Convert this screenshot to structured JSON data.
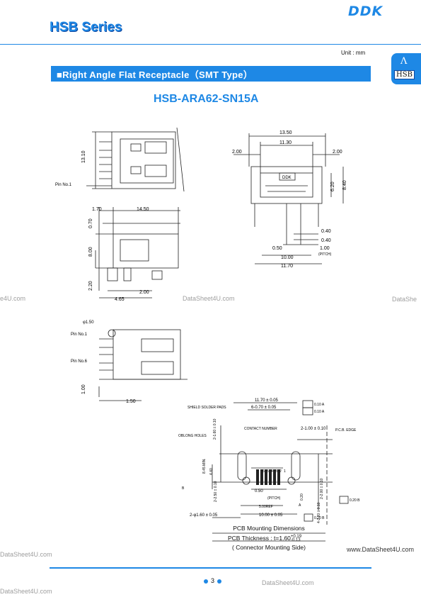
{
  "header": {
    "brand_logo": "DDK",
    "series_title": "HSB Series",
    "unit_label": "Unit : mm",
    "side_tab": {
      "mark": "Λ",
      "label": "HSB"
    }
  },
  "section": {
    "title": "■Right Angle Flat Receptacle（SMT Type）",
    "part_number": "HSB-ARA62-SN15A"
  },
  "drawing": {
    "front_view": {
      "dim_height": "13.10",
      "pin_label": "Pin No.1"
    },
    "top_view": {
      "dims": [
        "1.70",
        "14.50",
        "0.70",
        "8.00",
        "2.20",
        "2.00",
        "4.65"
      ]
    },
    "end_view": {
      "dims": [
        "13.50",
        "11.30",
        "2.00",
        "2.00",
        "6.20",
        "8.40",
        "0.40",
        "0.40",
        "1.00",
        "0.50",
        "10.00",
        "11.70"
      ],
      "pitch_note": "(PITCH)",
      "logo": "DDK"
    },
    "side_view": {
      "labels": [
        "φ1.50",
        "Pin No.1",
        "Pin No.6"
      ],
      "dims": [
        "1.00",
        "1.50"
      ]
    },
    "pcb_layout": {
      "labels": [
        "SHIELD SOLDER PADS",
        "OBLONG HOLES",
        "CONTACT NUMBER",
        "P.C.B. EDGE",
        "(PITCH)",
        "5.00REF"
      ],
      "dims": [
        "11.70 ± 0.05",
        "6-0.70 ± 0.05",
        "2-1.60 ± 0.10",
        "2-1.00 ± 0.10",
        "8.45 MIN.",
        "4.40",
        "2-2.50 ± 0.10",
        "0.50",
        "0.20",
        "10.00 ± 0.05",
        "2-φ1.60 ± 0.05",
        "2-2.00 ± 0.10",
        "4-2.20 ± 0.10"
      ],
      "contact_numbers": [
        "6",
        "5",
        "4",
        "3",
        "2",
        "1"
      ],
      "tolerance_boxes": [
        "0.10 A",
        "0.10 A",
        "0.20 B",
        "0.20 B"
      ],
      "datum_a": "A",
      "datum_b": "B"
    },
    "caption": {
      "line1": "PCB Mounting Dimensions",
      "line2": "PCB Thickness : t=1.60",
      "tol_plus": "+0.19",
      "tol_minus": "-0.13",
      "line3": "( Connector  Mounting  Side)"
    }
  },
  "watermarks": {
    "w1": "e4U.com",
    "w2": "DataSheet4U.com",
    "w3": "DataShe",
    "w4": "DataSheet4U.com",
    "w5": "www.DataSheet4U.com",
    "w6": "DataSheet4U.com",
    "w7": "DataSheet4U.com"
  },
  "footer": {
    "page_number": "3"
  }
}
